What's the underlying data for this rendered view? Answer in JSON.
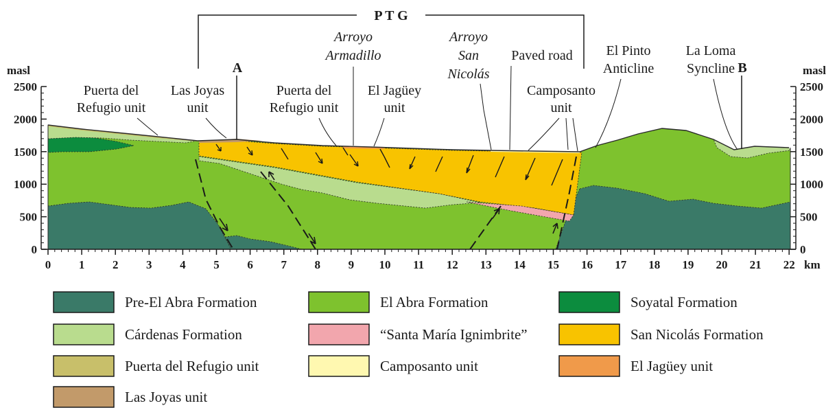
{
  "top": {
    "ptg": "P T G",
    "point_a": "A",
    "point_b": "B"
  },
  "axes": {
    "y_unit_left": "masl",
    "y_unit_right": "masl",
    "y_ticks": [
      "0",
      "500",
      "1000",
      "1500",
      "2000",
      "2500"
    ],
    "x_ticks": [
      "0",
      "1",
      "2",
      "3",
      "4",
      "5",
      "6",
      "7",
      "8",
      "9",
      "10",
      "11",
      "12",
      "13",
      "14",
      "15",
      "16",
      "17",
      "18",
      "19",
      "20",
      "21",
      "22"
    ],
    "x_unit": "km"
  },
  "annotations": {
    "puerta_left_1": "Puerta del",
    "puerta_left_2": "Refugio unit",
    "joyas_1": "Las Joyas",
    "joyas_2": "unit",
    "puerta_mid_1": "Puerta del",
    "puerta_mid_2": "Refugio unit",
    "armadillo_1": "Arroyo",
    "armadillo_2": "Armadillo",
    "jaguey_1": "El Jagüey",
    "jaguey_2": "unit",
    "sannicolas_1": "Arroyo",
    "sannicolas_2": "San",
    "sannicolas_3": "Nicolás",
    "paved": "Paved road",
    "camposanto_1": "Camposanto",
    "camposanto_2": "unit",
    "pinto_1": "El Pinto",
    "pinto_2": "Anticline",
    "loma_1": "La Loma",
    "loma_2": "Syncline"
  },
  "legend": [
    {
      "label": "Pre-El Abra  Formation",
      "color": "#3a7a68"
    },
    {
      "label": "El Abra Formation",
      "color": "#7ec22e"
    },
    {
      "label": "Soyatal Formation",
      "color": "#0c8c3e"
    },
    {
      "label": "Cárdenas Formation",
      "color": "#b9dc8e"
    },
    {
      "label": "“Santa María Ignimbrite”",
      "color": "#f2a6ad"
    },
    {
      "label": "San Nicolás Formation",
      "color": "#f8c300"
    },
    {
      "label": "Puerta del Refugio unit",
      "color": "#c8bf6a"
    },
    {
      "label": "Camposanto unit",
      "color": "#fff8b0"
    },
    {
      "label": "El Jagüey unit",
      "color": "#f09a4a"
    },
    {
      "label": "Las Joyas unit",
      "color": "#c29a6a"
    }
  ]
}
